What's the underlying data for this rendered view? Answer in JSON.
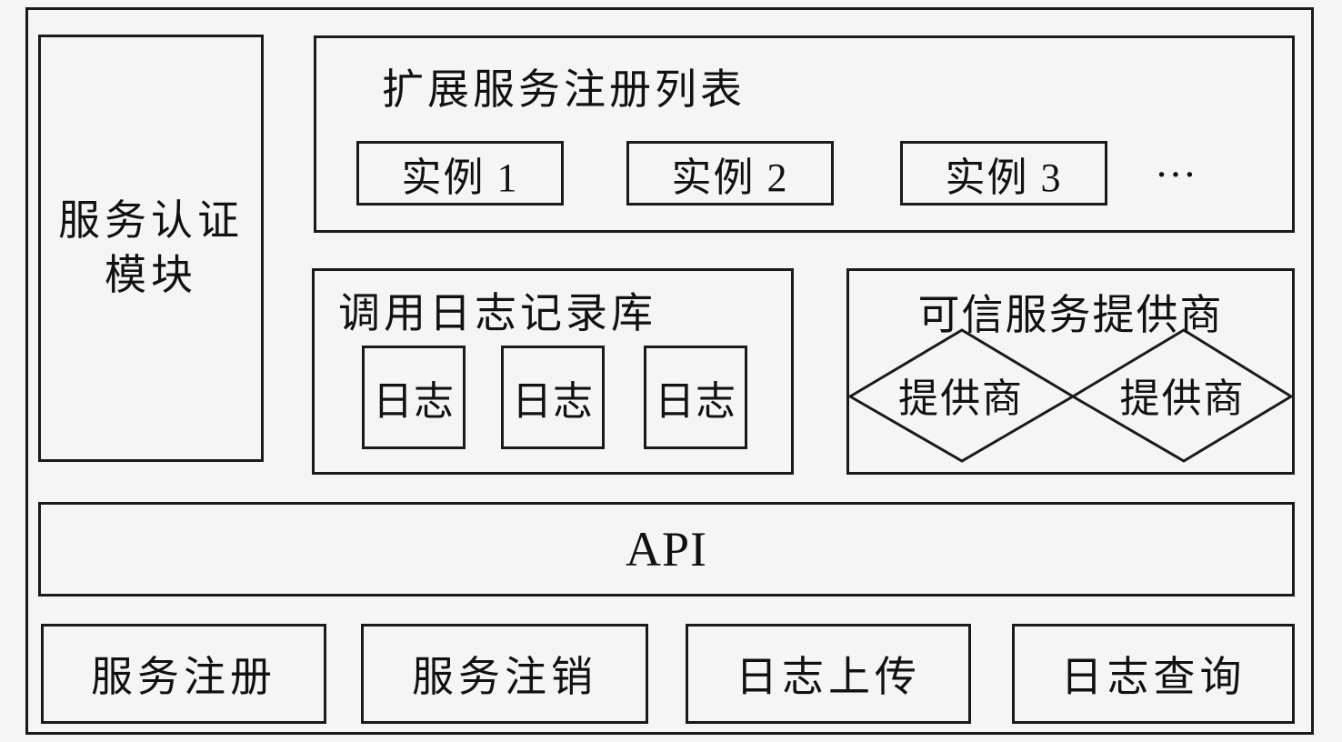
{
  "colors": {
    "background": "#f5f5f5",
    "line": "#1a1a1a",
    "text": "#111111"
  },
  "diagram": {
    "auth_module": {
      "line1": "服务认证",
      "line2": "模块"
    },
    "registry": {
      "title": "扩展服务注册列表",
      "instances": [
        {
          "label": "实例 1"
        },
        {
          "label": "实例 2"
        },
        {
          "label": "实例 3"
        }
      ],
      "ellipsis": "…"
    },
    "log_store": {
      "title": "调用日志记录库",
      "logs": [
        {
          "label": "日志"
        },
        {
          "label": "日志"
        },
        {
          "label": "日志"
        }
      ]
    },
    "providers": {
      "title": "可信服务提供商",
      "items": [
        {
          "label": "提供商"
        },
        {
          "label": "提供商"
        }
      ]
    },
    "api": {
      "label": "API"
    },
    "operations": [
      {
        "label": "服务注册"
      },
      {
        "label": "服务注销"
      },
      {
        "label": "日志上传"
      },
      {
        "label": "日志查询"
      }
    ]
  }
}
